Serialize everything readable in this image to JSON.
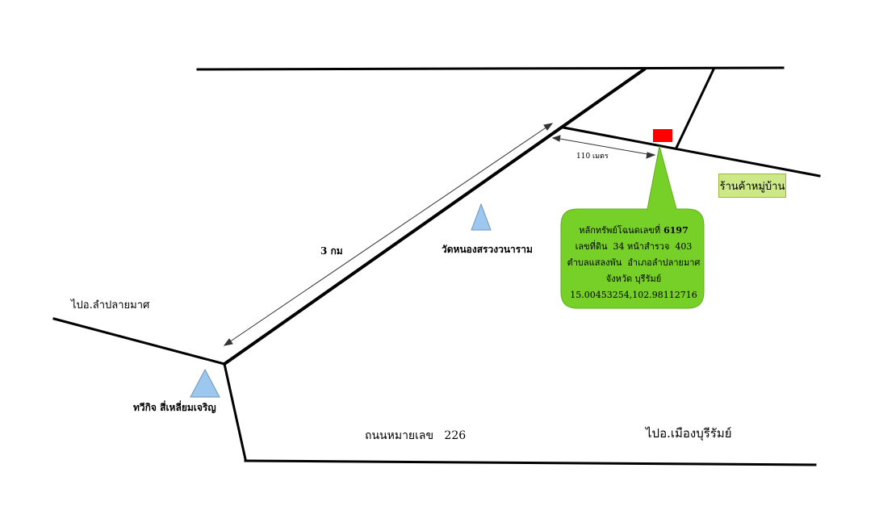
{
  "colors": {
    "road": "#000000",
    "temple_marker": "#9cc8f0",
    "callout_fill": "#77d027",
    "parcel_marker": "#ff0000",
    "store_fill": "#cce887"
  },
  "icons": {
    "temple": "triangle-icon",
    "parcel": "red-rectangle-icon"
  },
  "labels": {
    "to_lam_plai_mat": "ไปอ.ลำปลายมาศ",
    "to_mueang_buriram": "ไปอ.เมืองบุรีรัมย์",
    "road_226": "ถนนหมายเลข   226",
    "distance_3km": "3 กม",
    "distance_110m": "110 เมตร",
    "temple_name": "วัดหนองสรวงวนาราม",
    "shop_name": "ทวีกิจ สี่เหลี่ยมเจริญ",
    "village_store": "ร้านค้าหมู่บ้าน"
  },
  "callout": {
    "deed_label": "หลักทรัพย์โฉนดเลขที่",
    "deed_number": "6197",
    "line2": "เลขที่ดิน  34 หน้าสำรวจ  403",
    "line3": "ตำบลแสลงพัน  อำเภอลำปลายมาศ",
    "line4": "จังหวัด บุรีรัมย์",
    "coordinates": "15.00453254,102.98112716"
  }
}
